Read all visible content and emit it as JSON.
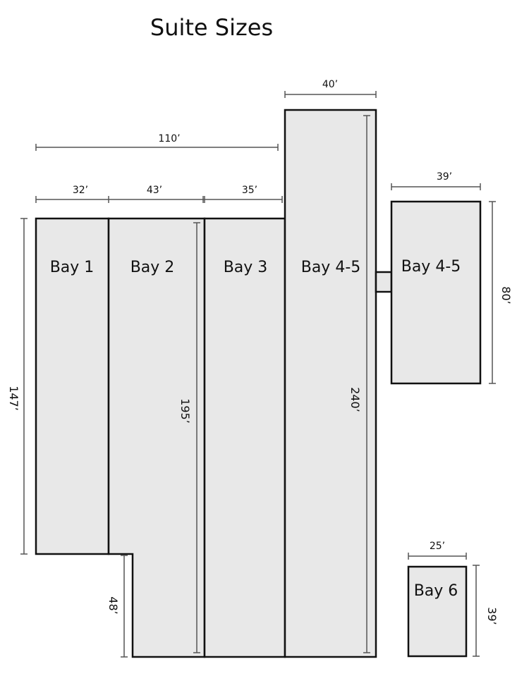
{
  "title": "Suite Sizes",
  "bays": {
    "bay1": "Bay 1",
    "bay2": "Bay 2",
    "bay3": "Bay 3",
    "bay45": "Bay 4-5",
    "bay45_annex": "Bay 4-5",
    "bay6": "Bay 6"
  },
  "dimensions": {
    "bays_1_3_width": "110’",
    "bay1_width": "32’",
    "bay2_width": "43’",
    "bay3_width": "35’",
    "bay45_width": "40’",
    "bay45_annex_width": "39’",
    "bay6_width": "25’",
    "bay1_depth": "147’",
    "bay2_depth": "195’",
    "bay2_notch_depth": "48’",
    "bay45_depth": "240’",
    "bay45_annex_depth": "80’",
    "bay6_depth": "39’"
  },
  "colors": {
    "fill": "#e8e8e8",
    "outline": "#111111",
    "dimension_line": "#555555"
  }
}
